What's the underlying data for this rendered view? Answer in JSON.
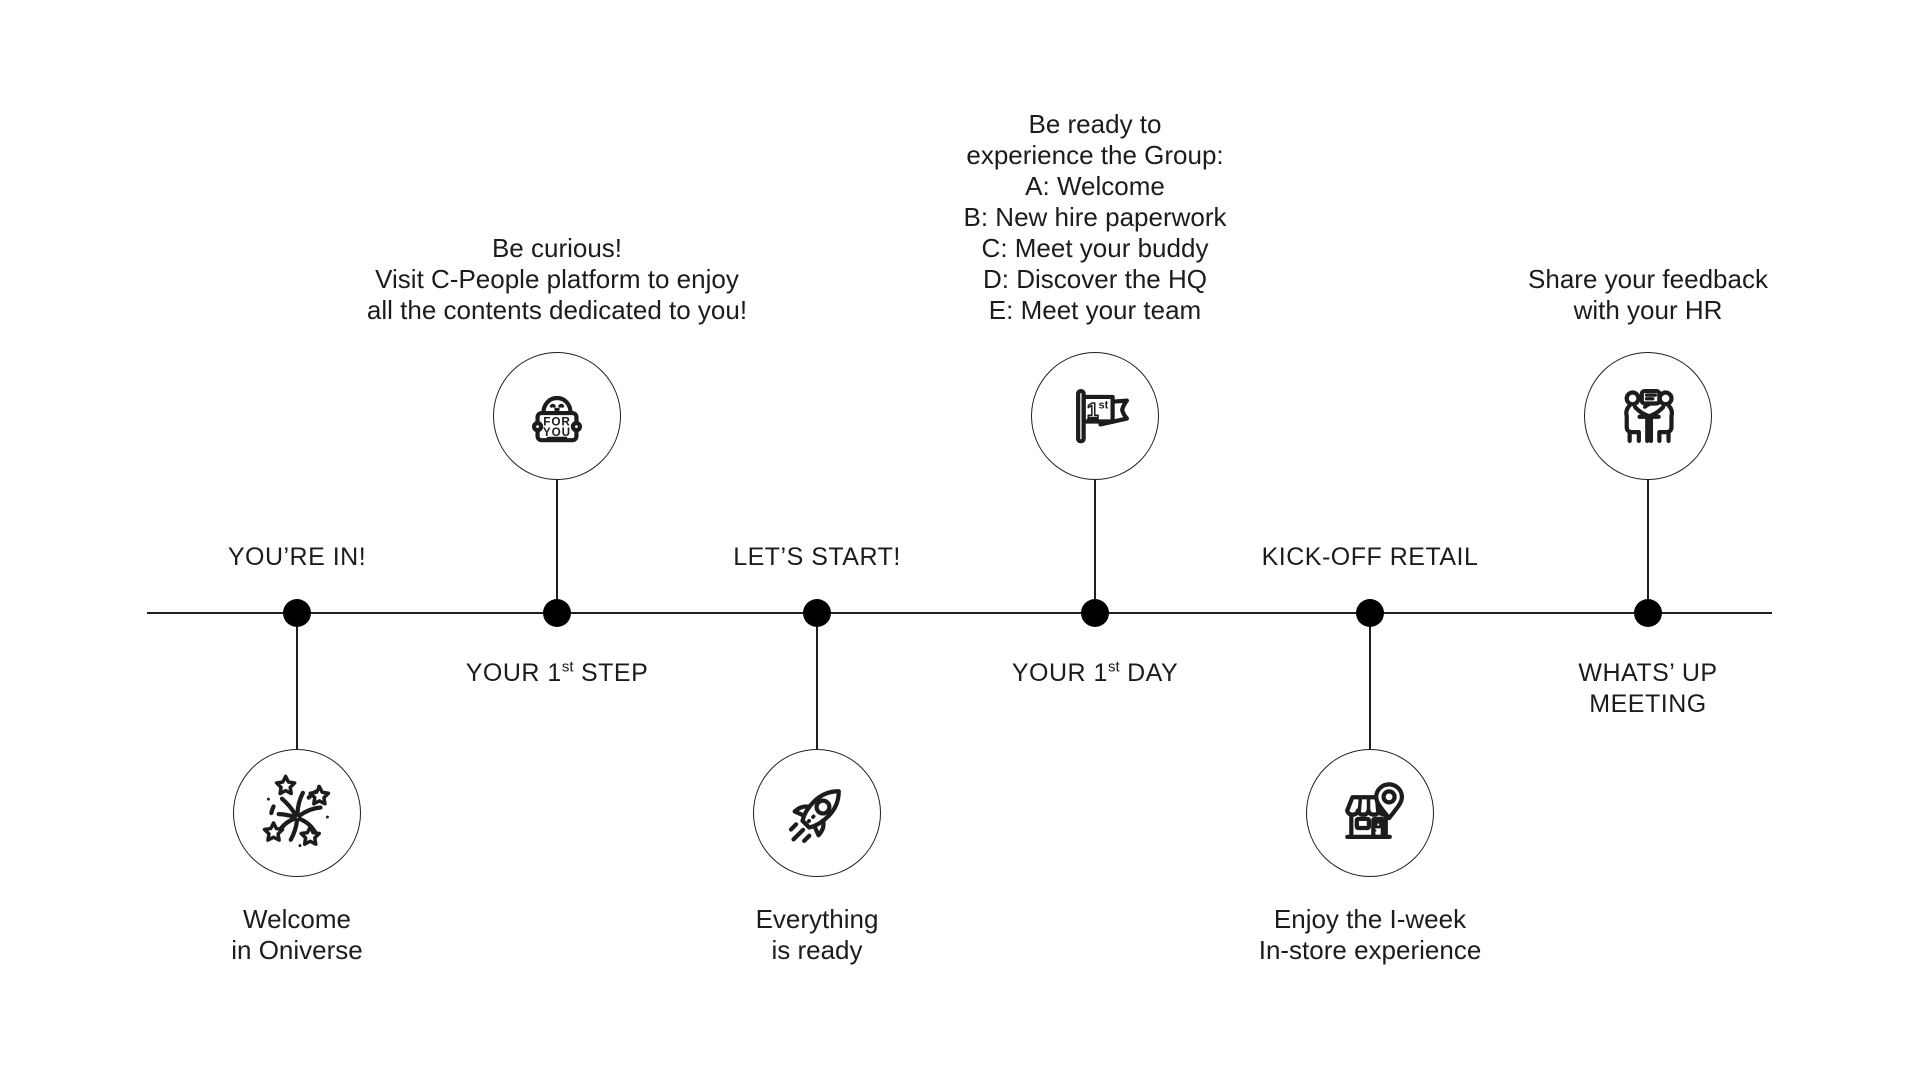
{
  "colors": {
    "background": "#ffffff",
    "text": "#1c1c1c",
    "line": "#1f1f1f",
    "dot": "#000000"
  },
  "timeline": {
    "milestones": [
      {
        "id": "youre-in",
        "icon": "fireworks-icon",
        "placement": "icon-below-line",
        "label": {
          "pre": "YOU’RE IN!",
          "sup": "",
          "post": ""
        },
        "description": "Welcome\nin Oniverse"
      },
      {
        "id": "your-1st-step",
        "icon": "for-you-sign-icon",
        "placement": "icon-above-line",
        "label": {
          "pre": "YOUR 1",
          "sup": "st",
          "post": " STEP"
        },
        "description": "Be curious!\nVisit C-People platform to enjoy\nall the contents dedicated to you!"
      },
      {
        "id": "lets-start",
        "icon": "rocket-icon",
        "placement": "icon-below-line",
        "label": {
          "pre": "LET’S START!",
          "sup": "",
          "post": ""
        },
        "description": "Everything\nis ready"
      },
      {
        "id": "your-1st-day",
        "icon": "first-day-flag-icon",
        "placement": "icon-above-line",
        "label": {
          "pre": "YOUR 1",
          "sup": "st",
          "post": " DAY"
        },
        "description": "Be ready to\nexperience the Group:\nA: Welcome\nB: New hire paperwork\nC: Meet your buddy\nD: Discover the HQ\nE: Meet your team"
      },
      {
        "id": "kick-off-retail",
        "icon": "store-location-pin-icon",
        "placement": "icon-below-line",
        "label": {
          "pre": "KICK-OFF RETAIL",
          "sup": "",
          "post": ""
        },
        "description": "Enjoy the I-week\nIn-store experience"
      },
      {
        "id": "whats-up-meeting",
        "icon": "hr-meeting-icon",
        "placement": "icon-above-line",
        "label": {
          "pre": "WHATS’ UP\nMEETING",
          "sup": "",
          "post": ""
        },
        "description": "Share your feedback\nwith your HR"
      }
    ]
  }
}
